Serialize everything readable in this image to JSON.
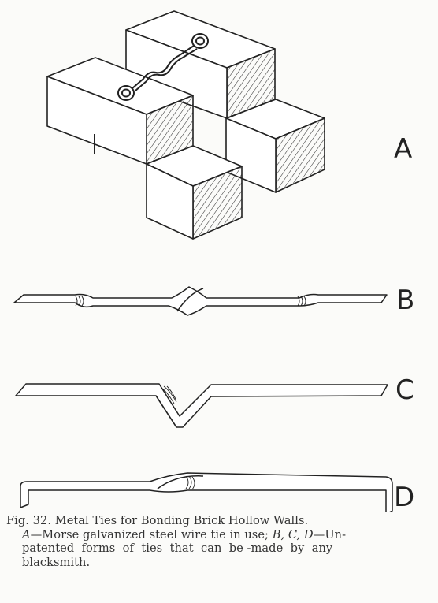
{
  "figure": {
    "labels": {
      "a": "A",
      "b": "B",
      "c": "C",
      "d": "D"
    }
  },
  "caption": {
    "line1": "Fig. 32.  Metal Ties for Bonding Brick Hollow Walls.",
    "line2_prefix": "A",
    "line2_text": "—Morse galvanized steel wire tie in use; ",
    "line2_italic": "B, C, D",
    "line2_suffix": "—Un-",
    "line3": "patented  forms  of  ties  that  can  be -made  by  any",
    "line4": "blacksmith."
  },
  "colors": {
    "ink": "#2a2a2a",
    "paper": "#fbfbf9"
  }
}
